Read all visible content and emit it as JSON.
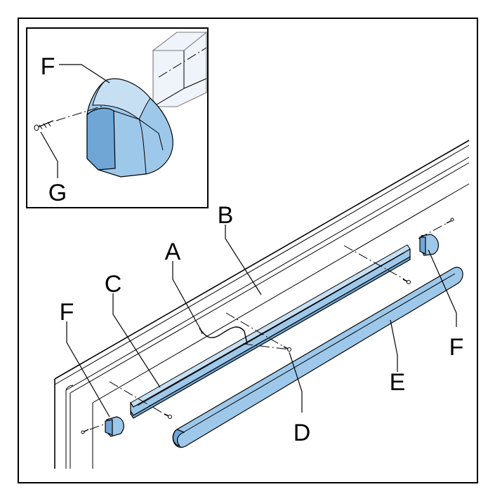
{
  "labels": {
    "a": "A",
    "b": "B",
    "c": "C",
    "d": "D",
    "e": "E",
    "f_inset": "F",
    "f_left": "F",
    "f_right": "F",
    "g": "G"
  },
  "colors": {
    "part_fill": "#9ec8ea",
    "part_shade": "#6fa6d6",
    "outline": "#000000",
    "background": "#ffffff"
  }
}
